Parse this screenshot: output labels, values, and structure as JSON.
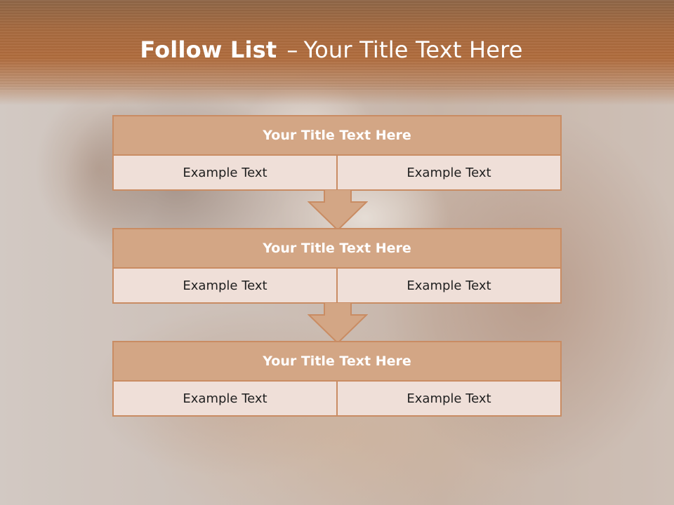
{
  "slide": {
    "title_bold": "Follow List",
    "title_separator": "–",
    "title_rest": "Your Title Text Here"
  },
  "steps": [
    {
      "title": "Your Title Text Here",
      "left": "Example Text",
      "right": "Example Text"
    },
    {
      "title": "Your Title Text Here",
      "left": "Example Text",
      "right": "Example Text"
    },
    {
      "title": "Your Title Text Here",
      "left": "Example Text",
      "right": "Example Text"
    }
  ],
  "colors": {
    "header": "#b06c3d",
    "box_title_fill": "#d3a685",
    "box_cell_fill": "#efdfd8",
    "box_border": "#c98c63"
  },
  "icons": {
    "connector": "down-arrow-icon"
  }
}
